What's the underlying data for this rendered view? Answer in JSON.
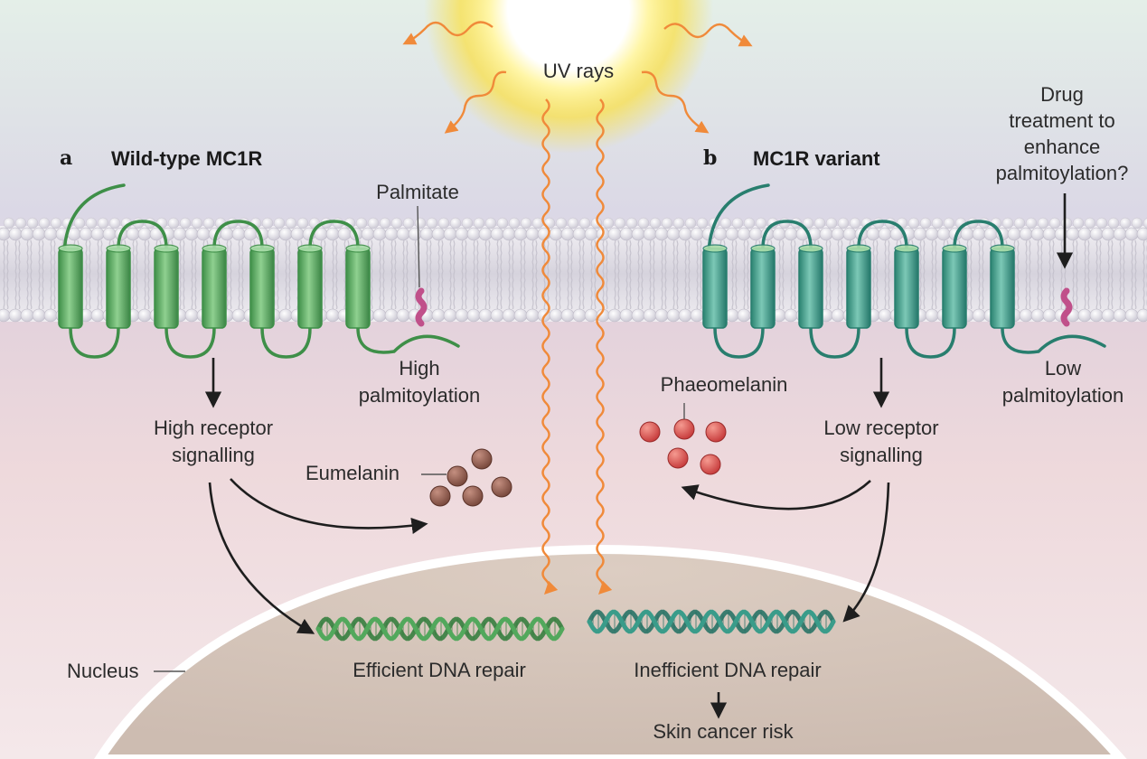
{
  "sun_label": "UV rays",
  "panel_a": {
    "letter": "a",
    "title": "Wild-type MC1R",
    "palmitate": "Palmitate",
    "palmitoylation_line1": "High",
    "palmitoylation_line2": "palmitoylation",
    "signalling_line1": "High receptor",
    "signalling_line2": "signalling",
    "pigment": "Eumelanin",
    "dna_repair": "Efficient DNA repair"
  },
  "panel_b": {
    "letter": "b",
    "title": "MC1R variant",
    "drug_line1": "Drug",
    "drug_line2": "treatment to",
    "drug_line3": "enhance",
    "drug_line4": "palmitoylation?",
    "palmitoylation_line1": "Low",
    "palmitoylation_line2": "palmitoylation",
    "signalling_line1": "Low receptor",
    "signalling_line2": "signalling",
    "pigment": "Phaeomelanin",
    "dna_repair": "Inefficient DNA repair",
    "risk": "Skin cancer risk"
  },
  "nucleus_label": "Nucleus",
  "colors": {
    "receptor_wildtype": "#52a85c",
    "receptor_variant": "#3a9c8a",
    "palmitate": "#c0508a",
    "eumelanin": "#8c5a4c",
    "phaeomelanin": "#d65050",
    "uv_ray": "#f08a3a",
    "arrow": "#1e1e1e",
    "nucleus": "#d6c7bd"
  }
}
